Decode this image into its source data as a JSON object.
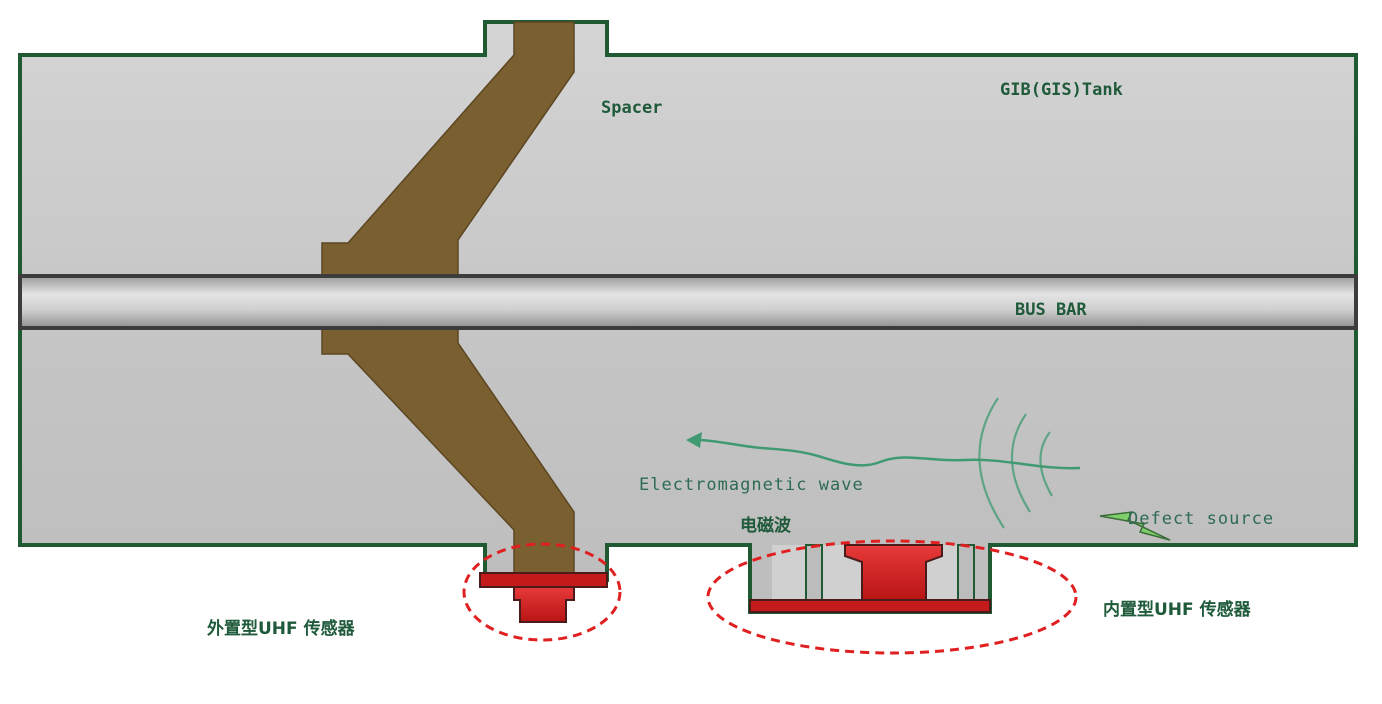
{
  "labels": {
    "tank": "GIB(GIS)Tank",
    "spacer": "Spacer",
    "busbar": "BUS BAR",
    "em_wave_en": "Electromagnetic wave",
    "em_wave_cn": "电磁波",
    "defect_source": "Defect source",
    "external_sensor": "外置型UHF 传感器",
    "internal_sensor": "内置型UHF 传感器"
  },
  "colors": {
    "tank_fill": "#c9c9c9",
    "tank_outline": "#1f5a33",
    "spacer": "#7a6030",
    "busbar": "#c4c4c4",
    "busbar_edge": "#3c3c3c",
    "sensor_red": "#d01e1e",
    "dashed_ellipse": "#e02020",
    "wave": "#3f9a72",
    "label": "#1f5a3a"
  },
  "icons": {
    "defect_source": "lightning-bolt-icon",
    "wave_arrow": "arrow-left-icon"
  }
}
